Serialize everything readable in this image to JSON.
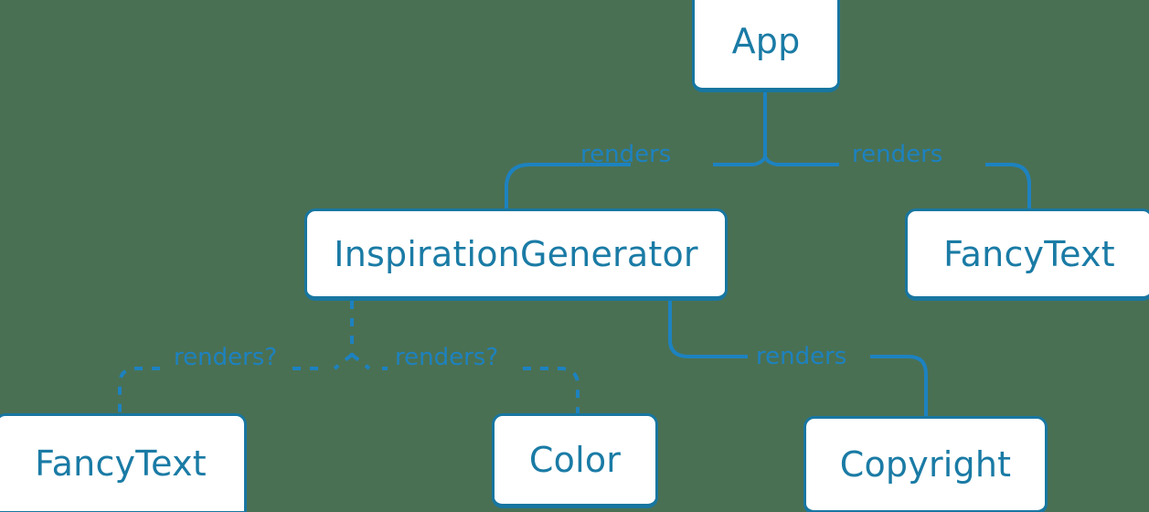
{
  "diagram": {
    "type": "component-render-tree",
    "background_color": "#4a7053",
    "node_border_color": "#1876a0",
    "node_text_color": "#1a7ba5",
    "edge_color": "#1d82c0",
    "nodes": [
      {
        "id": "app",
        "label": "App"
      },
      {
        "id": "inspiration_generator",
        "label": "InspirationGenerator"
      },
      {
        "id": "fancytext_right",
        "label": "FancyText"
      },
      {
        "id": "fancytext_bottom",
        "label": "FancyText"
      },
      {
        "id": "color",
        "label": "Color"
      },
      {
        "id": "copyright",
        "label": "Copyright"
      }
    ],
    "edges": [
      {
        "from": "app",
        "to": "inspiration_generator",
        "label": "renders",
        "style": "solid"
      },
      {
        "from": "app",
        "to": "fancytext_right",
        "label": "renders",
        "style": "solid"
      },
      {
        "from": "inspiration_generator",
        "to": "fancytext_bottom",
        "label": "renders?",
        "style": "dashed"
      },
      {
        "from": "inspiration_generator",
        "to": "color",
        "label": "renders?",
        "style": "dashed"
      },
      {
        "from": "inspiration_generator",
        "to": "copyright",
        "label": "renders",
        "style": "solid"
      }
    ]
  }
}
